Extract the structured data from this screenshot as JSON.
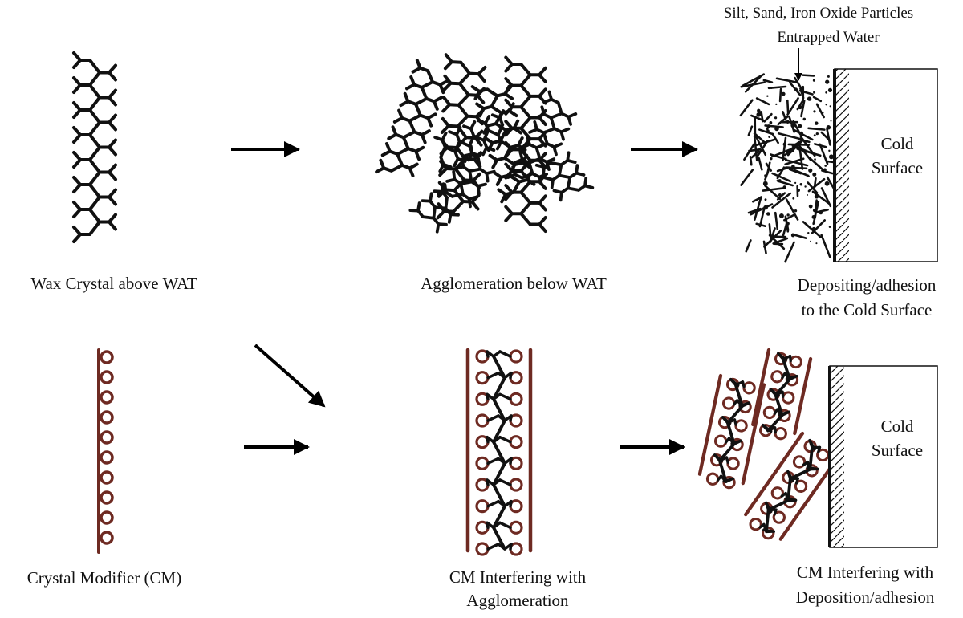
{
  "labels": {
    "wax_crystal": "Wax Crystal above WAT",
    "agglomeration": "Agglomeration below WAT",
    "depositing_line1": "Depositing/adhesion",
    "depositing_line2": "to the Cold Surface",
    "particles_line1": "Silt, Sand, Iron Oxide Particles",
    "particles_line2": "Entrapped Water",
    "cold_surface_top_line1": "Cold",
    "cold_surface_top_line2": "Surface",
    "crystal_modifier": "Crystal Modifier (CM)",
    "cm_agglomeration_line1": "CM Interfering with",
    "cm_agglomeration_line2": "Agglomeration",
    "cold_surface_bottom_line1": "Cold",
    "cold_surface_bottom_line2": "Surface",
    "cm_deposition_line1": "CM Interfering with",
    "cm_deposition_line2": "Deposition/adhesion"
  },
  "colors": {
    "wax": "#111111",
    "modifier": "#6e2a22",
    "arrow": "#000000"
  }
}
